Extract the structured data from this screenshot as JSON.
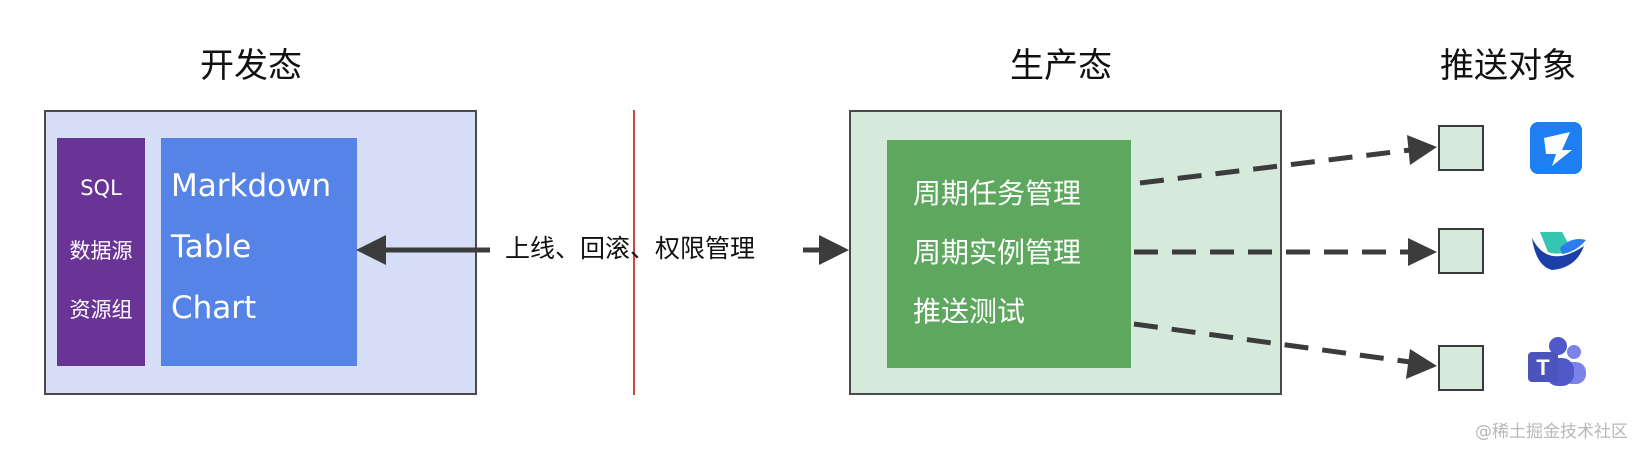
{
  "titles": {
    "dev": "开发态",
    "prod": "生产态",
    "targets": "推送对象"
  },
  "dev": {
    "sources": [
      "SQL",
      "数据源",
      "资源组"
    ],
    "content_types": [
      "Markdown",
      "Table",
      "Chart"
    ]
  },
  "flow_label": "上线、回滚、权限管理",
  "prod": {
    "tasks": [
      "周期任务管理",
      "周期实例管理",
      "推送测试"
    ]
  },
  "targets": {
    "icons": [
      "dingtalk-icon",
      "feishu-lark-icon",
      "microsoft-teams-icon"
    ]
  },
  "colors": {
    "dev_panel": "#d5ddf7",
    "source_column": "#6a3496",
    "content_column": "#5684e6",
    "divider": "#c8473e",
    "prod_panel": "#d5eadb",
    "task_box": "#5ea75e",
    "arrow": "#3c3c3c"
  },
  "watermark": "@稀土掘金技术社区"
}
